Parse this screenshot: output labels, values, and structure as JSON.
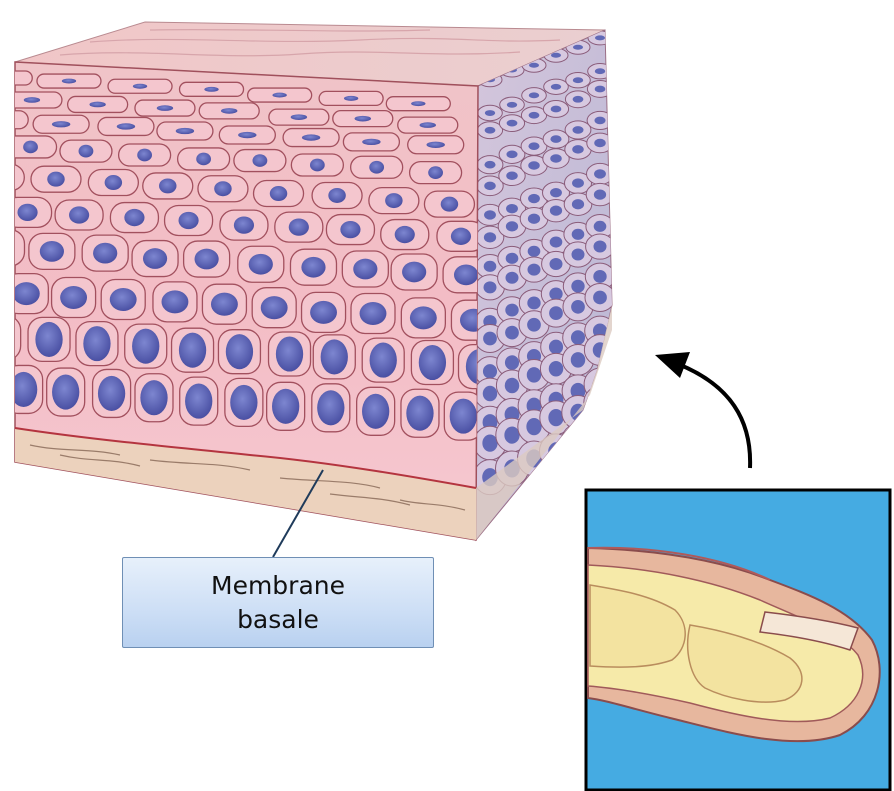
{
  "annotation": {
    "label_lines": [
      "Membrane",
      "basale"
    ]
  },
  "colors": {
    "epidermis_pink": "#f2b9c2",
    "side_face_lavender": "#c9c2e0",
    "nucleus_blue": "#5b63b8",
    "dermis_tan": "#e8cdb6",
    "inset_background_blue": "#45abe2",
    "arrow": "#000000"
  },
  "icons": {
    "epidermis_block": "stratified-epithelium-cube-illustration",
    "finger_inset": "fingertip-cross-section-illustration",
    "zoom_arrow": "curved-arrow-icon"
  }
}
